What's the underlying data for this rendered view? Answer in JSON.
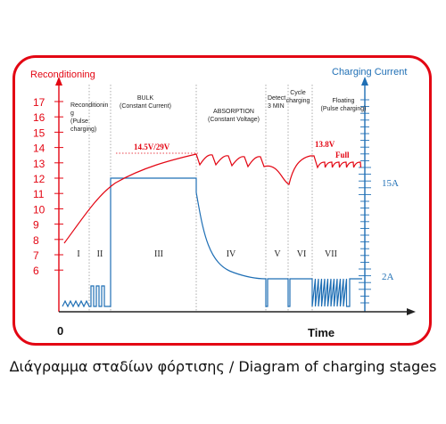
{
  "diagram": {
    "left_axis_title": "Reconditioning",
    "right_axis_title": "Charging Current",
    "left_ticks": [
      "17",
      "16",
      "15",
      "14",
      "13",
      "12",
      "11",
      "10",
      "9",
      "8",
      "7",
      "6"
    ],
    "right_labels": {
      "high": "15A",
      "low": "2A"
    },
    "origin_label": "0",
    "time_label": "Time",
    "stages": [
      {
        "name_lines": [
          "Reconditionin",
          "g",
          "(Pulse",
          "charging)"
        ],
        "numeral": "I"
      },
      {
        "name_lines": [],
        "numeral": "II"
      },
      {
        "name_lines": [
          "BULK",
          "(Constant Current)"
        ],
        "numeral": "III"
      },
      {
        "name_lines": [
          "ABSORPTION",
          "(Constant Voltage)"
        ],
        "numeral": "IV"
      },
      {
        "name_lines": [
          "Detect",
          "3 MIN"
        ],
        "numeral": "V"
      },
      {
        "name_lines": [
          "Cycle",
          "charging"
        ],
        "numeral": "VI"
      },
      {
        "name_lines": [
          "Floating",
          "(Pulse charging)"
        ],
        "numeral": "VII"
      }
    ],
    "annotations": {
      "bulk_voltage": "14.5V/29V",
      "float_voltage": "13.8V",
      "full": "Full"
    },
    "colors": {
      "voltage": "#e30613",
      "current": "#1f6fb5",
      "frame": "#e30613"
    }
  },
  "caption": "Διάγραμμα σταδίων φόρτισης / Diagram of charging stages"
}
